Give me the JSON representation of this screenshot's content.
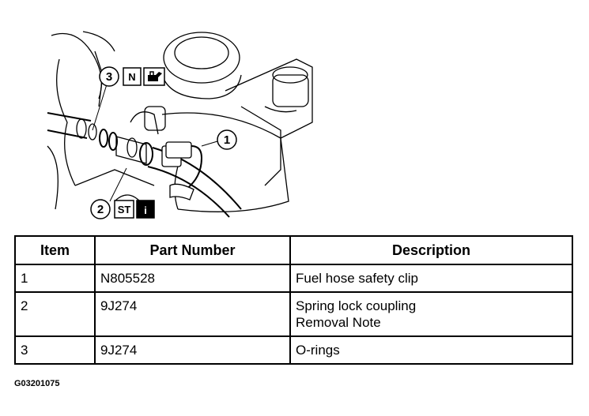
{
  "illustration": {
    "callouts": [
      {
        "number": "1",
        "badges": []
      },
      {
        "number": "2",
        "badges": [
          "ST",
          "i"
        ]
      },
      {
        "number": "3",
        "badges": [
          "N",
          "oil-can-icon"
        ]
      }
    ]
  },
  "table": {
    "headers": [
      "Item",
      "Part Number",
      "Description"
    ],
    "rows": [
      {
        "item": "1",
        "part_number": "N805528",
        "description": [
          "Fuel hose safety clip"
        ]
      },
      {
        "item": "2",
        "part_number": "9J274",
        "description": [
          "Spring lock coupling",
          "Removal Note"
        ]
      },
      {
        "item": "3",
        "part_number": "9J274",
        "description": [
          "O-rings"
        ]
      }
    ]
  },
  "figure_code": "G03201075"
}
